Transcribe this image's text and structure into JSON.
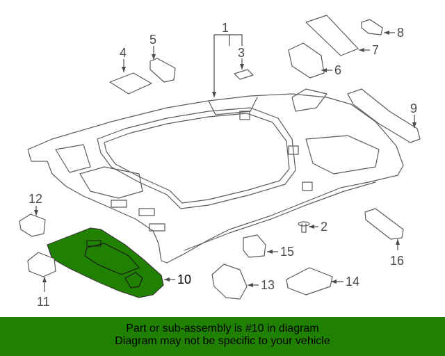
{
  "diagram": {
    "callouts": [
      {
        "id": "1",
        "label": "1"
      },
      {
        "id": "2",
        "label": "2"
      },
      {
        "id": "3",
        "label": "3"
      },
      {
        "id": "4",
        "label": "4"
      },
      {
        "id": "5",
        "label": "5"
      },
      {
        "id": "6",
        "label": "6"
      },
      {
        "id": "7",
        "label": "7"
      },
      {
        "id": "8",
        "label": "8"
      },
      {
        "id": "9",
        "label": "9"
      },
      {
        "id": "10",
        "label": "10"
      },
      {
        "id": "11",
        "label": "11"
      },
      {
        "id": "12",
        "label": "12"
      },
      {
        "id": "13",
        "label": "13"
      },
      {
        "id": "14",
        "label": "14"
      },
      {
        "id": "15",
        "label": "15"
      },
      {
        "id": "16",
        "label": "16"
      }
    ],
    "highlighted_part": "10",
    "highlight_color": "#208000"
  },
  "banner": {
    "line1": "Part or sub-assembly is #10 in diagram",
    "line2": "Diagram may not be specific to your vehicle",
    "background": "#208000"
  }
}
